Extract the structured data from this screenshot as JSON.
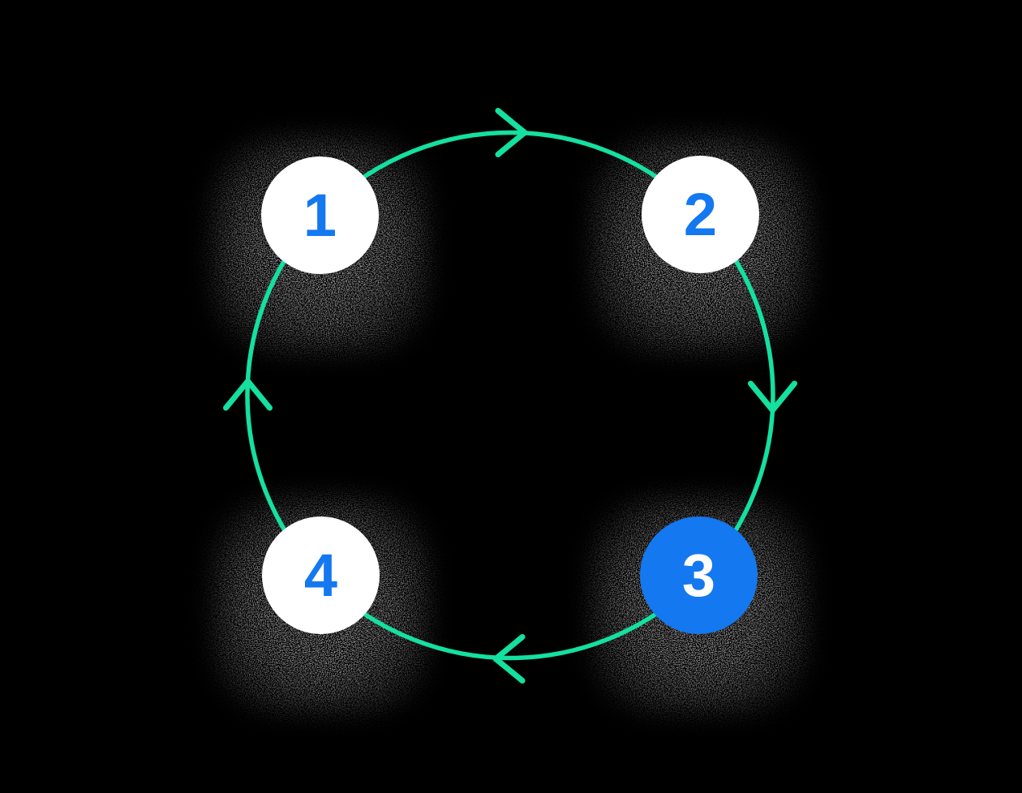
{
  "diagram": {
    "type": "cycle",
    "direction": "clockwise",
    "step_count": 4,
    "colors": {
      "background": "#000000",
      "ring_green": "#14E0A0",
      "node_background": "#FFFFFF",
      "node_number_blue": "#1478F0",
      "active_node_background": "#1478F0",
      "active_node_number": "#FFFFFF"
    },
    "nodes": [
      {
        "label": "1",
        "active": false
      },
      {
        "label": "2",
        "active": false
      },
      {
        "label": "3",
        "active": true
      },
      {
        "label": "4",
        "active": false
      }
    ],
    "arrows": [
      {
        "position": "top",
        "direction": "right"
      },
      {
        "position": "right",
        "direction": "down"
      },
      {
        "position": "bottom",
        "direction": "left"
      },
      {
        "position": "left",
        "direction": "up"
      }
    ]
  }
}
